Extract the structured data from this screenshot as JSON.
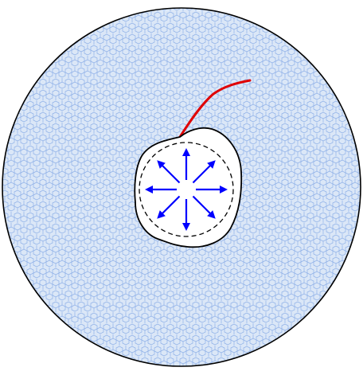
{
  "diagram": {
    "type": "illustration",
    "elements": [
      "outer-disk-textured",
      "irregular-inner-cavity",
      "dashed-inner-circle",
      "eight-radial-outward-arrows",
      "red-curved-line"
    ],
    "colors": {
      "background": "#ffffff",
      "disk_fill": "#d9e6f7",
      "texture_stroke": "#7aa3e6",
      "outline": "#000000",
      "arrow": "#0000ff",
      "red_curve": "#e00000"
    },
    "arrow_count": 8
  }
}
